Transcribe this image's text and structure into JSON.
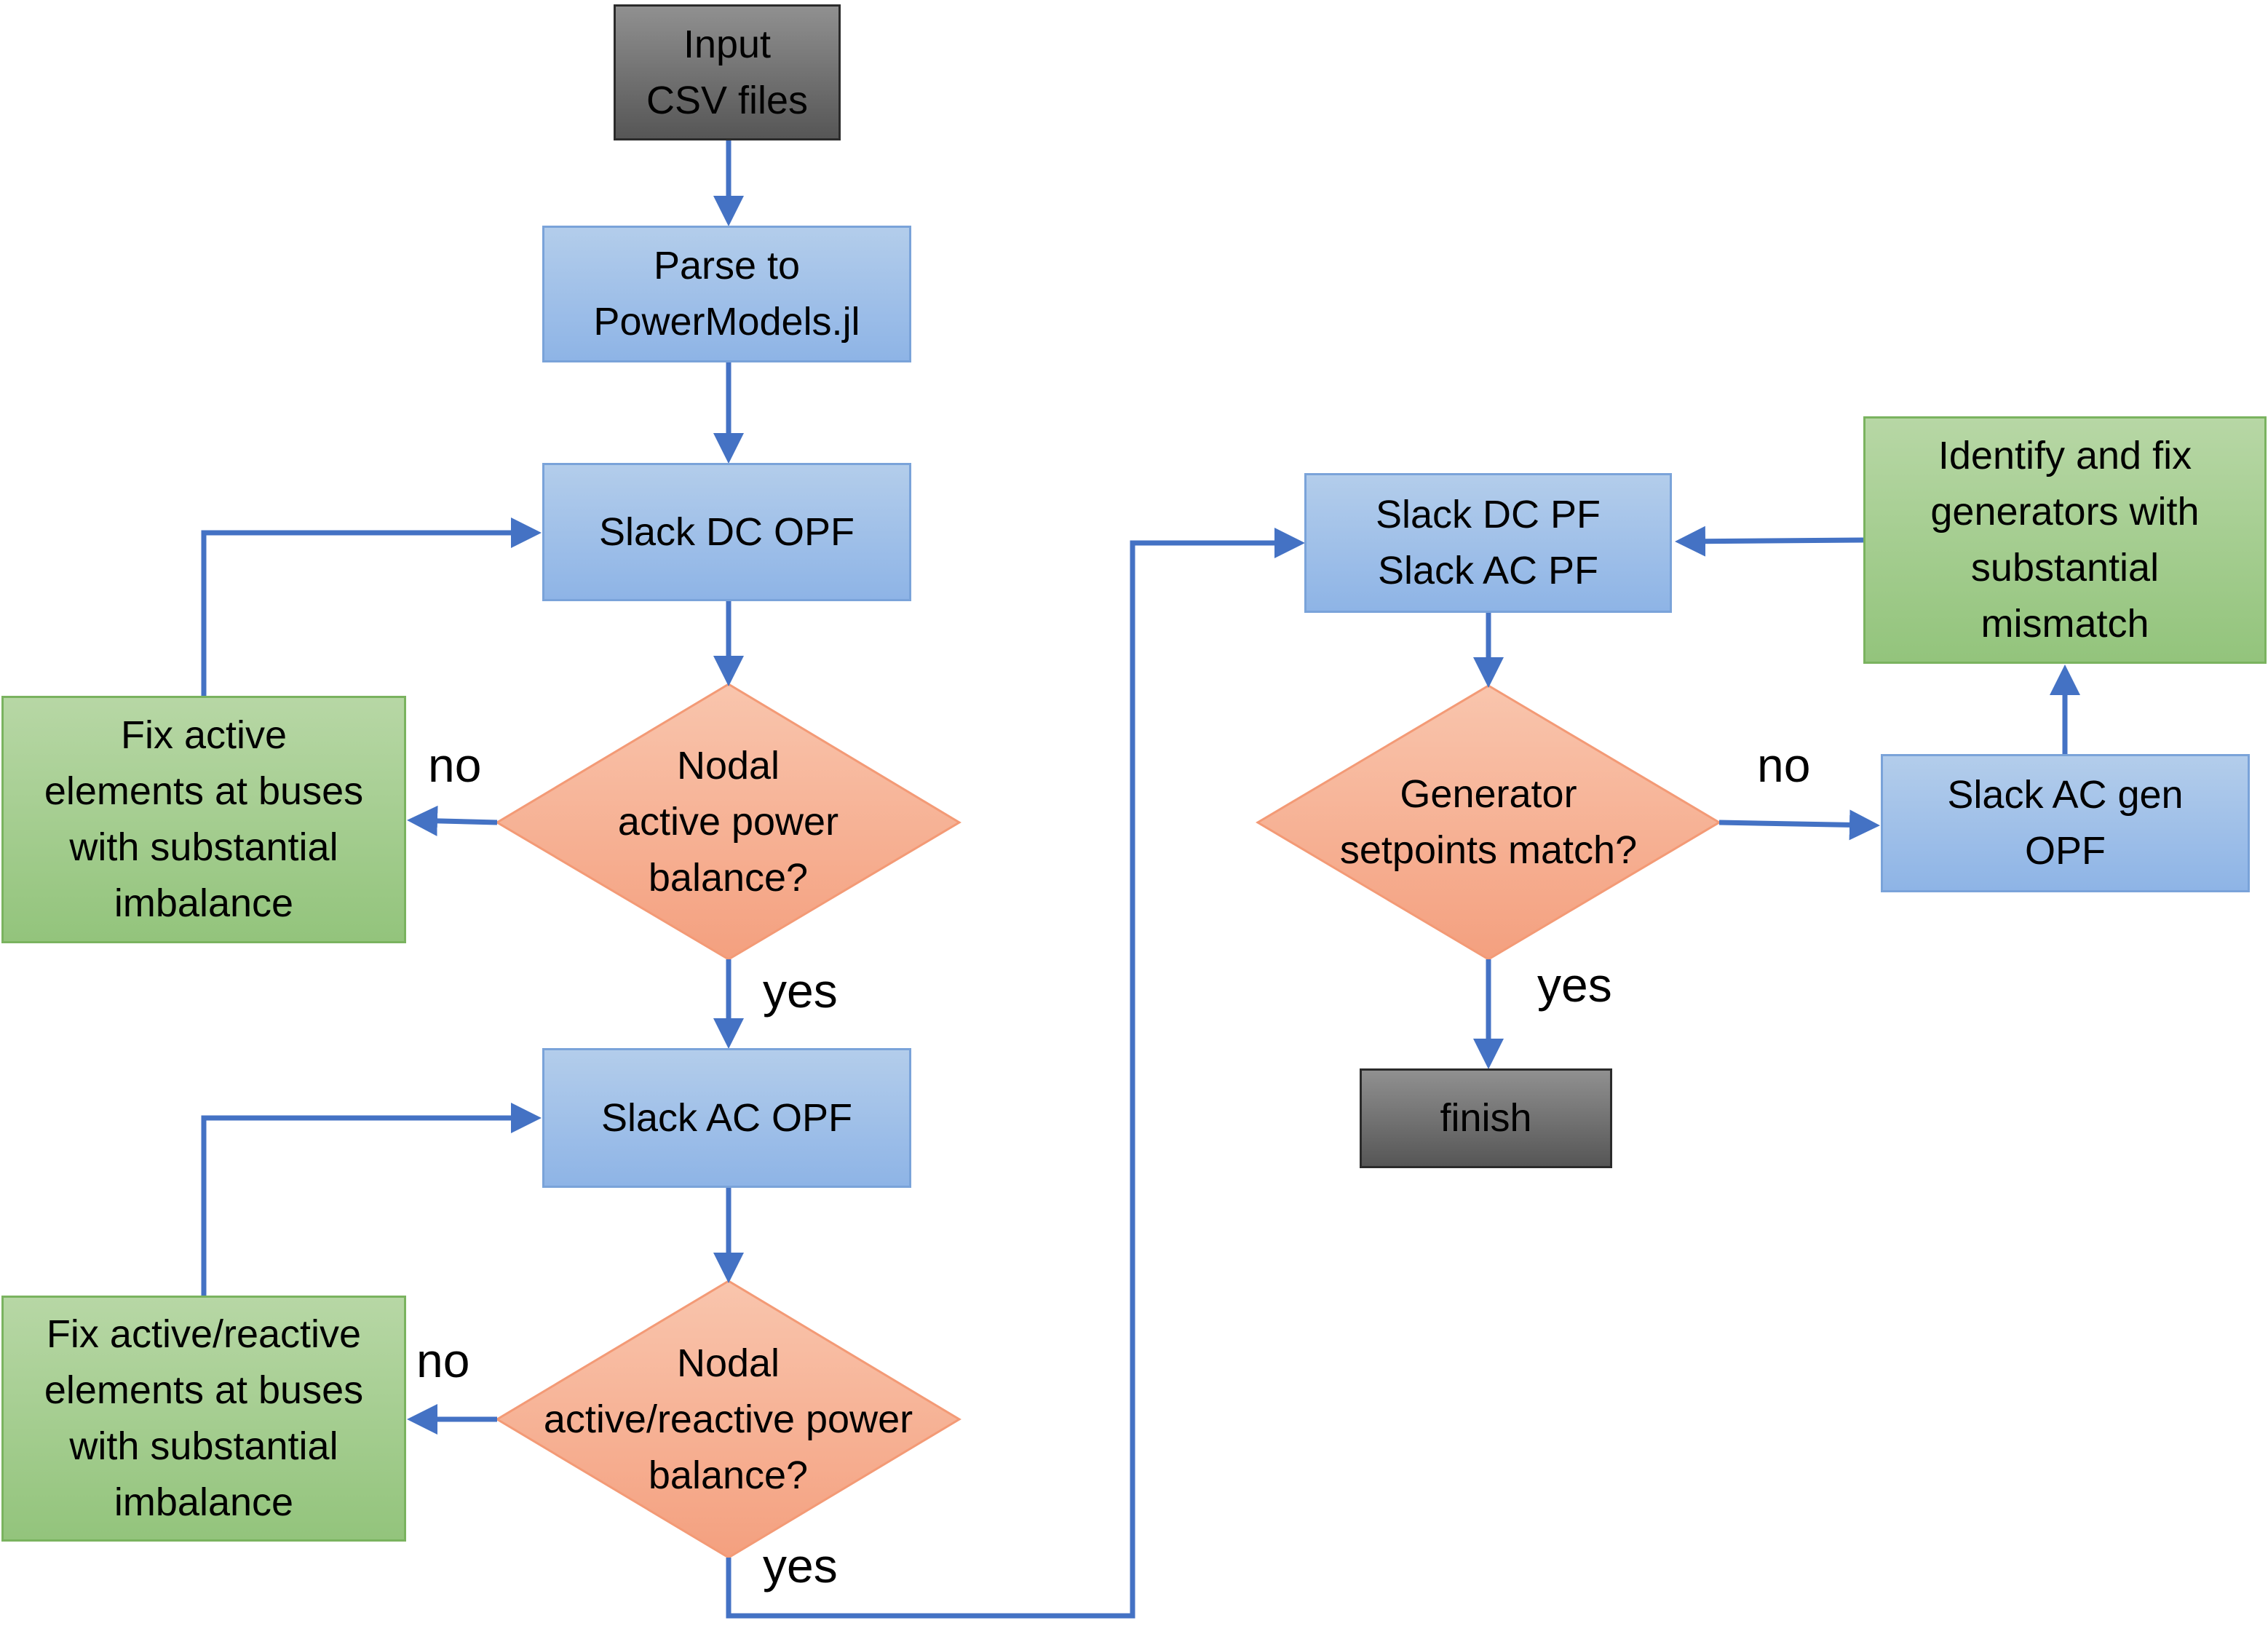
{
  "nodes": {
    "input": {
      "lines": [
        "Input",
        "CSV files"
      ]
    },
    "parse": {
      "lines": [
        "Parse to",
        "PowerModels.jl"
      ]
    },
    "dc_opf": {
      "lines": [
        "Slack DC OPF"
      ]
    },
    "d_active": {
      "lines": [
        "Nodal",
        "active power",
        "balance?"
      ]
    },
    "fix_active": {
      "lines": [
        "Fix active",
        "elements at buses",
        "with substantial",
        "imbalance"
      ]
    },
    "ac_opf": {
      "lines": [
        "Slack AC OPF"
      ]
    },
    "d_reactive": {
      "lines": [
        "Nodal",
        "active/reactive power",
        "balance?"
      ]
    },
    "fix_reactive": {
      "lines": [
        "Fix active/reactive",
        "elements at buses",
        "with substantial",
        "imbalance"
      ]
    },
    "pf": {
      "lines": [
        "Slack DC PF",
        "Slack AC PF"
      ]
    },
    "d_gen": {
      "lines": [
        "Generator",
        "setpoints match?"
      ]
    },
    "gen_opf": {
      "lines": [
        "Slack AC gen",
        "OPF"
      ]
    },
    "identify": {
      "lines": [
        "Identify and fix",
        "generators with",
        "substantial",
        "mismatch"
      ]
    },
    "finish": {
      "lines": [
        "finish"
      ]
    }
  },
  "edge_labels": {
    "no_active": "no",
    "yes_active": "yes",
    "no_reactive": "no",
    "yes_reactive": "yes",
    "no_gen": "no",
    "yes_gen": "yes"
  },
  "colors": {
    "process_fill": "#9dbfe8",
    "fix_fill": "#a6cf90",
    "decision_fill": "#f5a88a",
    "terminal_fill": "#737373",
    "arrow": "#4472c4"
  }
}
